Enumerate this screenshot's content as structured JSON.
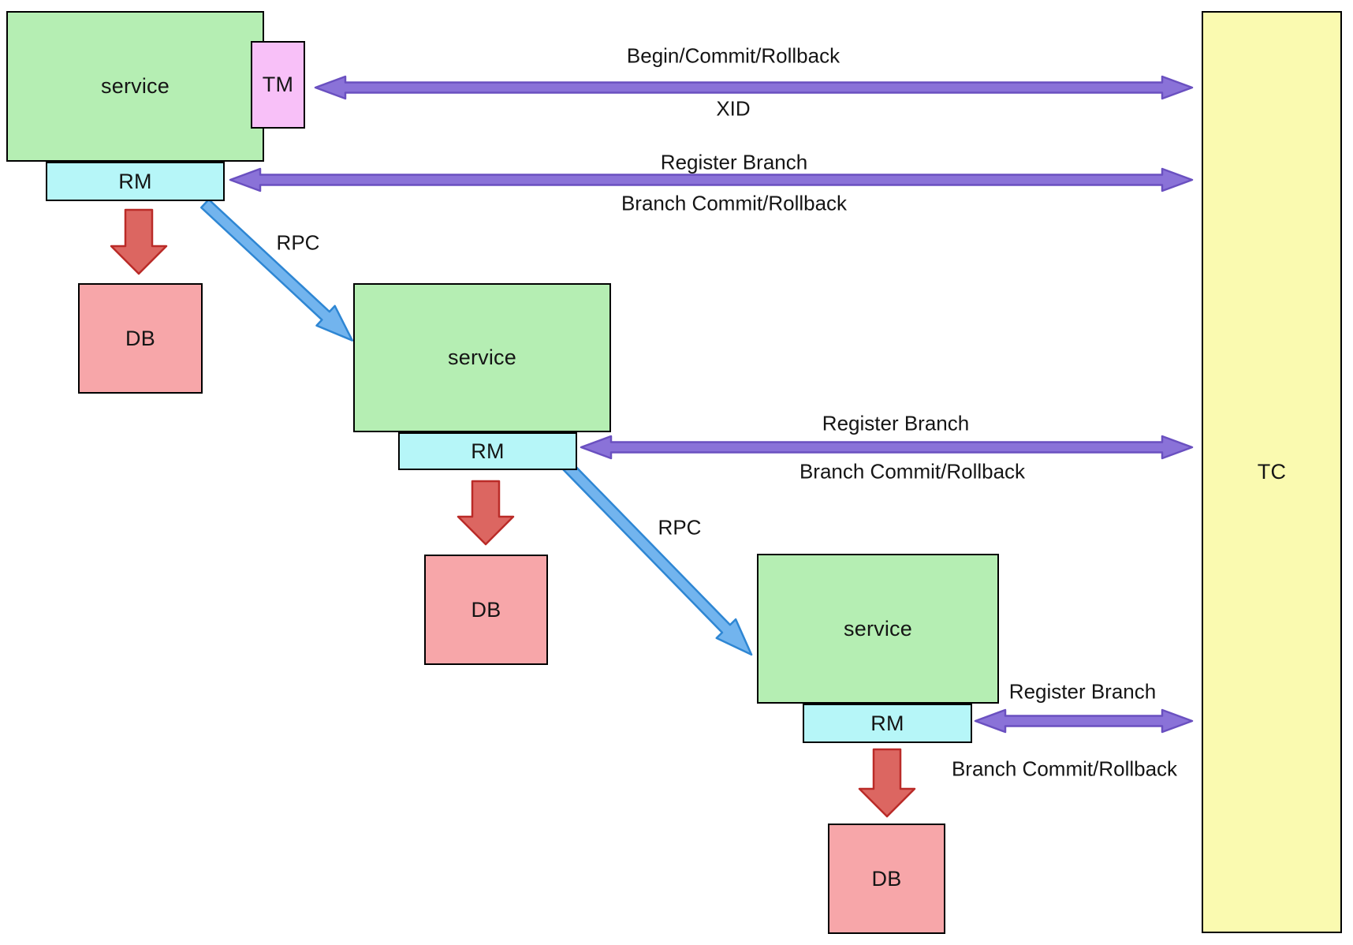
{
  "diagram": {
    "nodes": {
      "service1": {
        "label": "service"
      },
      "tm": {
        "label": "TM"
      },
      "rm1": {
        "label": "RM"
      },
      "db1": {
        "label": "DB"
      },
      "service2": {
        "label": "service"
      },
      "rm2": {
        "label": "RM"
      },
      "db2": {
        "label": "DB"
      },
      "service3": {
        "label": "service"
      },
      "rm3": {
        "label": "RM"
      },
      "db3": {
        "label": "DB"
      },
      "tc": {
        "label": "TC"
      }
    },
    "edges": {
      "tm_tc": {
        "type": "double-arrow",
        "label_above": "Begin/Commit/Rollback",
        "label_below": "XID"
      },
      "rm1_tc": {
        "type": "double-arrow",
        "label_above": "Register Branch",
        "label_below": "Branch Commit/Rollback"
      },
      "rm2_tc": {
        "type": "double-arrow",
        "label_above": "Register Branch",
        "label_below": "Branch Commit/Rollback"
      },
      "rm3_tc": {
        "type": "double-arrow",
        "label_above": "Register Branch",
        "label_below": "Branch Commit/Rollback"
      },
      "rm1_service2": {
        "type": "arrow",
        "label": "RPC"
      },
      "rm2_service3": {
        "type": "arrow",
        "label": "RPC"
      },
      "rm1_db1": {
        "type": "arrow",
        "label": ""
      },
      "rm2_db2": {
        "type": "arrow",
        "label": ""
      },
      "rm3_db3": {
        "type": "arrow",
        "label": ""
      }
    },
    "colors": {
      "service_fill": "#b5eeb3",
      "tm_fill": "#f8c0f8",
      "rm_fill": "#b6f6f8",
      "db_fill": "#f7a6a9",
      "tc_fill": "#fafab0",
      "box_border": "#000000",
      "purple_arrow_fill": "#8a72d8",
      "purple_arrow_border": "#6a50c0",
      "blue_arrow_fill": "#72b4ee",
      "blue_arrow_border": "#2e86d3",
      "red_arrow_fill": "#dc6661",
      "red_arrow_border": "#ba2b28"
    }
  }
}
